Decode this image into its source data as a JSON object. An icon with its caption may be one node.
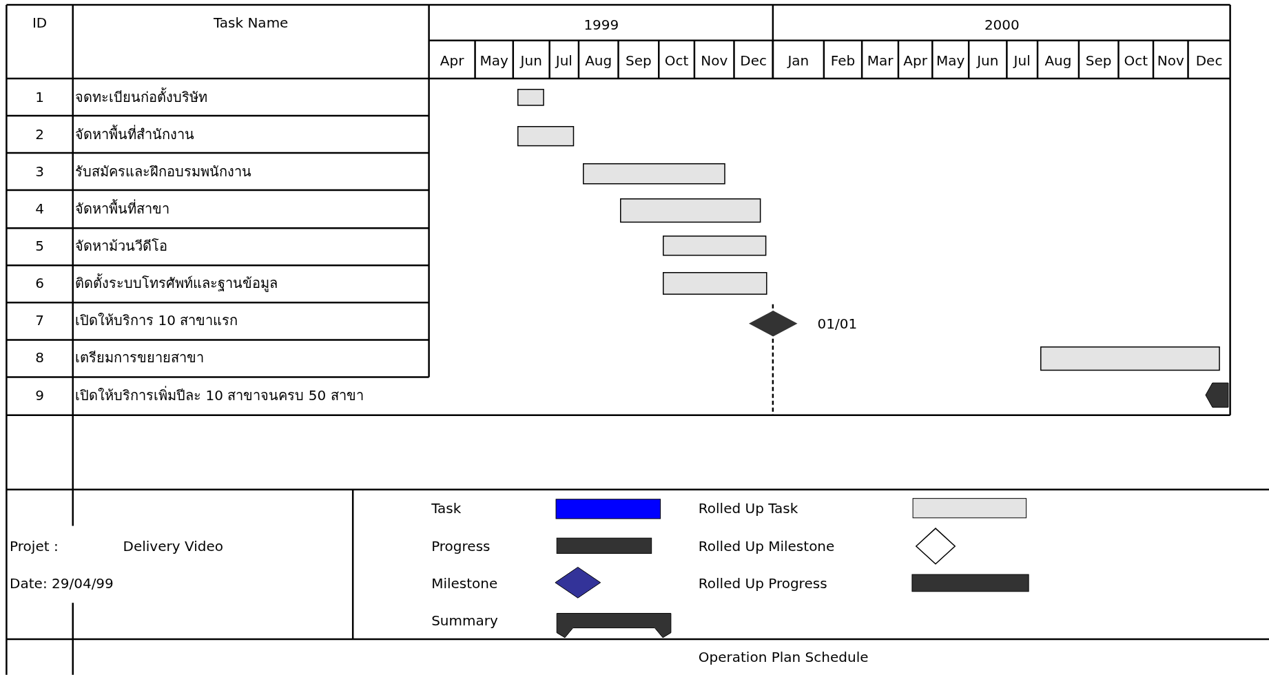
{
  "diagram": {
    "nodes": [
      {
        "text": [],
        "shape": "bar"
      },
      {
        "text": [],
        "shape": "bar"
      },
      {
        "text": [],
        "shape": "bar"
      },
      {
        "text": [],
        "shape": "bar"
      },
      {
        "text": [],
        "shape": "bar"
      },
      {
        "text": [],
        "shape": "bar"
      },
      {
        "text": [],
        "shape": "diamond",
        "beside": [
          "01/01"
        ]
      },
      {
        "text": [],
        "shape": "bar"
      },
      {
        "text": [],
        "shape": "pentagon"
      }
    ],
    "labels": [
      "ID",
      "Task Name",
      "1999",
      "2000",
      "Apr",
      "May",
      "Jun",
      "Jul",
      "Aug",
      "Sep",
      "Oct",
      "Nov",
      "Dec",
      "Jan",
      "Feb",
      "Mar",
      "Apr",
      "May",
      "Jun",
      "Jul",
      "Aug",
      "Sep",
      "Oct",
      "Nov",
      "Dec",
      "1",
      "จดทะเบียนก่อตั้งบริษัท",
      "2",
      "จัดหาพื้นที่สำนักงาน",
      "3",
      "รับสมัครและฝึกอบรมพนักงาน",
      "4",
      "จัดหาพื้นที่สาขา",
      "5",
      "จัดหาม้วนวีดีโอ",
      "6",
      "ติดตั้งระบบโทรศัพท์และฐานข้อมูล",
      "7",
      "เปิดให้บริการ 10 สาขาแรก",
      "8",
      "เตรียมการขยายสาขา",
      "9",
      "เปิดให้บริการเพิ่มปีละ 10 สาขาจนครบ 50 สาขา",
      "Projet :",
      "Delivery Video",
      "Date: 29/04/99",
      "Operation Plan Schedule"
    ],
    "legend": [
      {
        "text": "Task",
        "color": "#0000ff"
      },
      {
        "text": "Rolled Up Task",
        "color": "#e4e4e4"
      },
      {
        "text": "Progress",
        "color": "#333333"
      },
      {
        "text": "Rolled Up Milestone"
      },
      {
        "text": "Milestone"
      },
      {
        "text": "Rolled Up Progress",
        "color": "#333333"
      },
      {
        "text": "Summary"
      }
    ]
  }
}
